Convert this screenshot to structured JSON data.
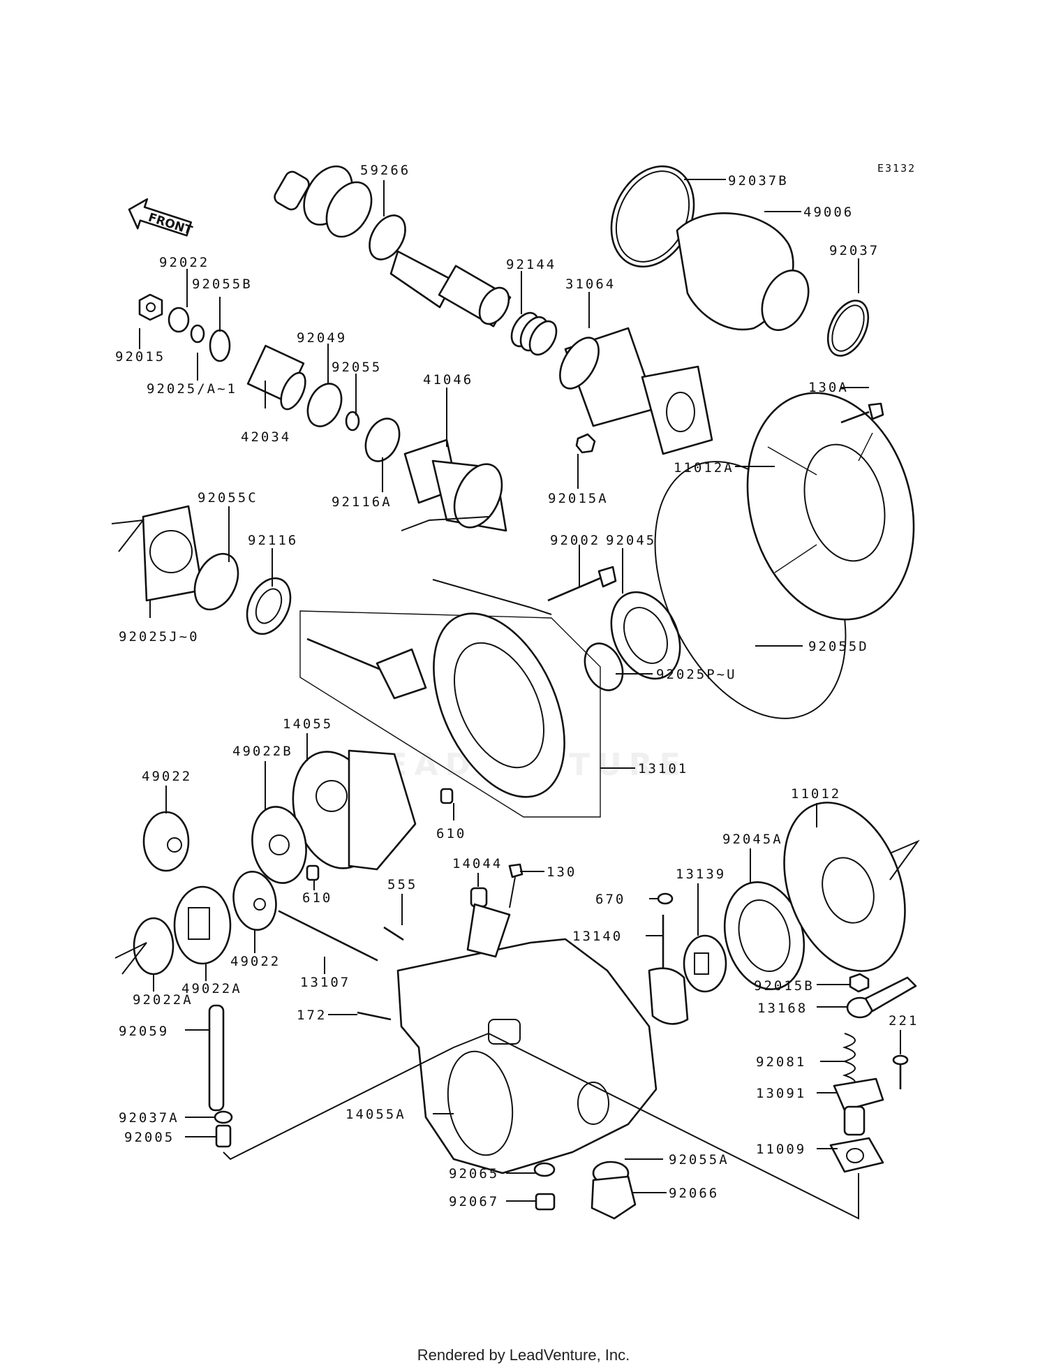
{
  "diagram_code": "E3132",
  "front_label": "FRONT",
  "footer": "Rendered by LeadVenture, Inc.",
  "watermark": "LEADVENTURE",
  "labels": [
    {
      "id": "59266",
      "text": "59266"
    },
    {
      "id": "92037B",
      "text": "92037B"
    },
    {
      "id": "49006",
      "text": "49006"
    },
    {
      "id": "92037",
      "text": "92037"
    },
    {
      "id": "92022",
      "text": "92022"
    },
    {
      "id": "92055B",
      "text": "92055B"
    },
    {
      "id": "92144",
      "text": "92144"
    },
    {
      "id": "31064",
      "text": "31064"
    },
    {
      "id": "92015",
      "text": "92015"
    },
    {
      "id": "92049",
      "text": "92049"
    },
    {
      "id": "92025A",
      "text": "92025/A~1"
    },
    {
      "id": "92055",
      "text": "92055"
    },
    {
      "id": "41046",
      "text": "41046"
    },
    {
      "id": "130A",
      "text": "130A"
    },
    {
      "id": "42034",
      "text": "42034"
    },
    {
      "id": "11012A",
      "text": "11012A"
    },
    {
      "id": "92116A",
      "text": "92116A"
    },
    {
      "id": "92015A",
      "text": "92015A"
    },
    {
      "id": "92055C",
      "text": "92055C"
    },
    {
      "id": "92002",
      "text": "92002"
    },
    {
      "id": "92116",
      "text": "92116"
    },
    {
      "id": "92045",
      "text": "92045"
    },
    {
      "id": "92025J",
      "text": "92025J~0"
    },
    {
      "id": "92055D",
      "text": "92055D"
    },
    {
      "id": "92025P",
      "text": "92025P~U"
    },
    {
      "id": "14055",
      "text": "14055"
    },
    {
      "id": "49022B",
      "text": "49022B"
    },
    {
      "id": "13101",
      "text": "13101"
    },
    {
      "id": "49022",
      "text": "49022"
    },
    {
      "id": "610a",
      "text": "610"
    },
    {
      "id": "11012",
      "text": "11012"
    },
    {
      "id": "92045A",
      "text": "92045A"
    },
    {
      "id": "14044",
      "text": "14044"
    },
    {
      "id": "130",
      "text": "130"
    },
    {
      "id": "610b",
      "text": "610"
    },
    {
      "id": "555",
      "text": "555"
    },
    {
      "id": "670",
      "text": "670"
    },
    {
      "id": "13139",
      "text": "13139"
    },
    {
      "id": "13140",
      "text": "13140"
    },
    {
      "id": "49022c",
      "text": "49022"
    },
    {
      "id": "92022A",
      "text": "92022A"
    },
    {
      "id": "49022A",
      "text": "49022A"
    },
    {
      "id": "13107",
      "text": "13107"
    },
    {
      "id": "92015B",
      "text": "92015B"
    },
    {
      "id": "13168",
      "text": "13168"
    },
    {
      "id": "172",
      "text": "172"
    },
    {
      "id": "92059",
      "text": "92059"
    },
    {
      "id": "221",
      "text": "221"
    },
    {
      "id": "92081",
      "text": "92081"
    },
    {
      "id": "13091",
      "text": "13091"
    },
    {
      "id": "14055A",
      "text": "14055A"
    },
    {
      "id": "92037A",
      "text": "92037A"
    },
    {
      "id": "92005",
      "text": "92005"
    },
    {
      "id": "11009",
      "text": "11009"
    },
    {
      "id": "92065",
      "text": "92065"
    },
    {
      "id": "92055A",
      "text": "92055A"
    },
    {
      "id": "92066",
      "text": "92066"
    },
    {
      "id": "92067",
      "text": "92067"
    }
  ]
}
